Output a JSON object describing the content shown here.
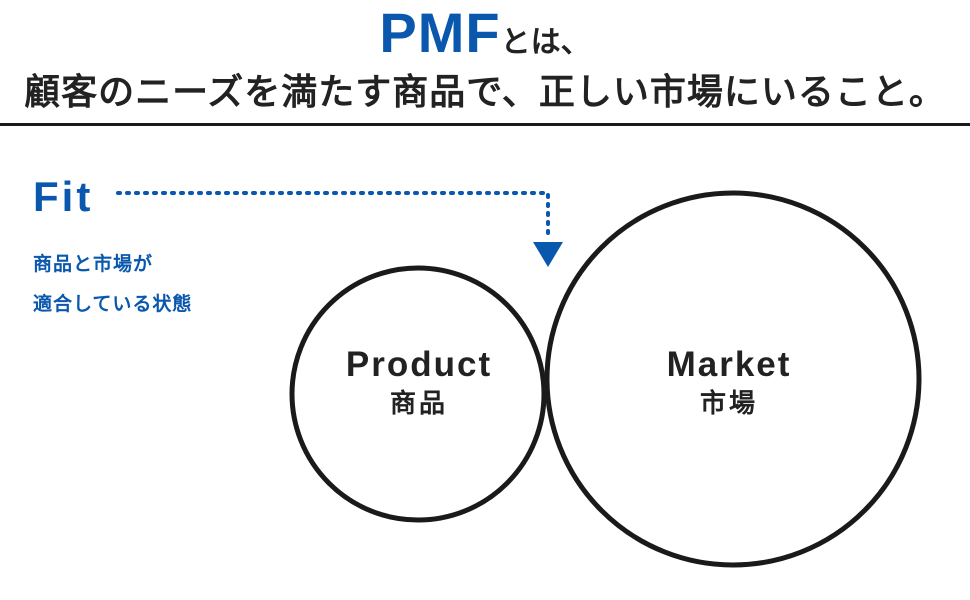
{
  "headline": {
    "acronym": "PMF",
    "suffix": "とは、",
    "subtitle": "顧客のニーズを満たす商品で、正しい市場にいること。"
  },
  "diagram": {
    "fit": {
      "label": "Fit",
      "description_lines": [
        "商品と市場が",
        "適合している状態"
      ]
    },
    "product": {
      "label_en": "Product",
      "label_ja": "商品"
    },
    "market": {
      "label_en": "Market",
      "label_ja": "市場"
    }
  },
  "colors": {
    "accent": "#0a58ad",
    "text": "#222222",
    "outline": "#1a1a1a",
    "background": "#ffffff"
  }
}
